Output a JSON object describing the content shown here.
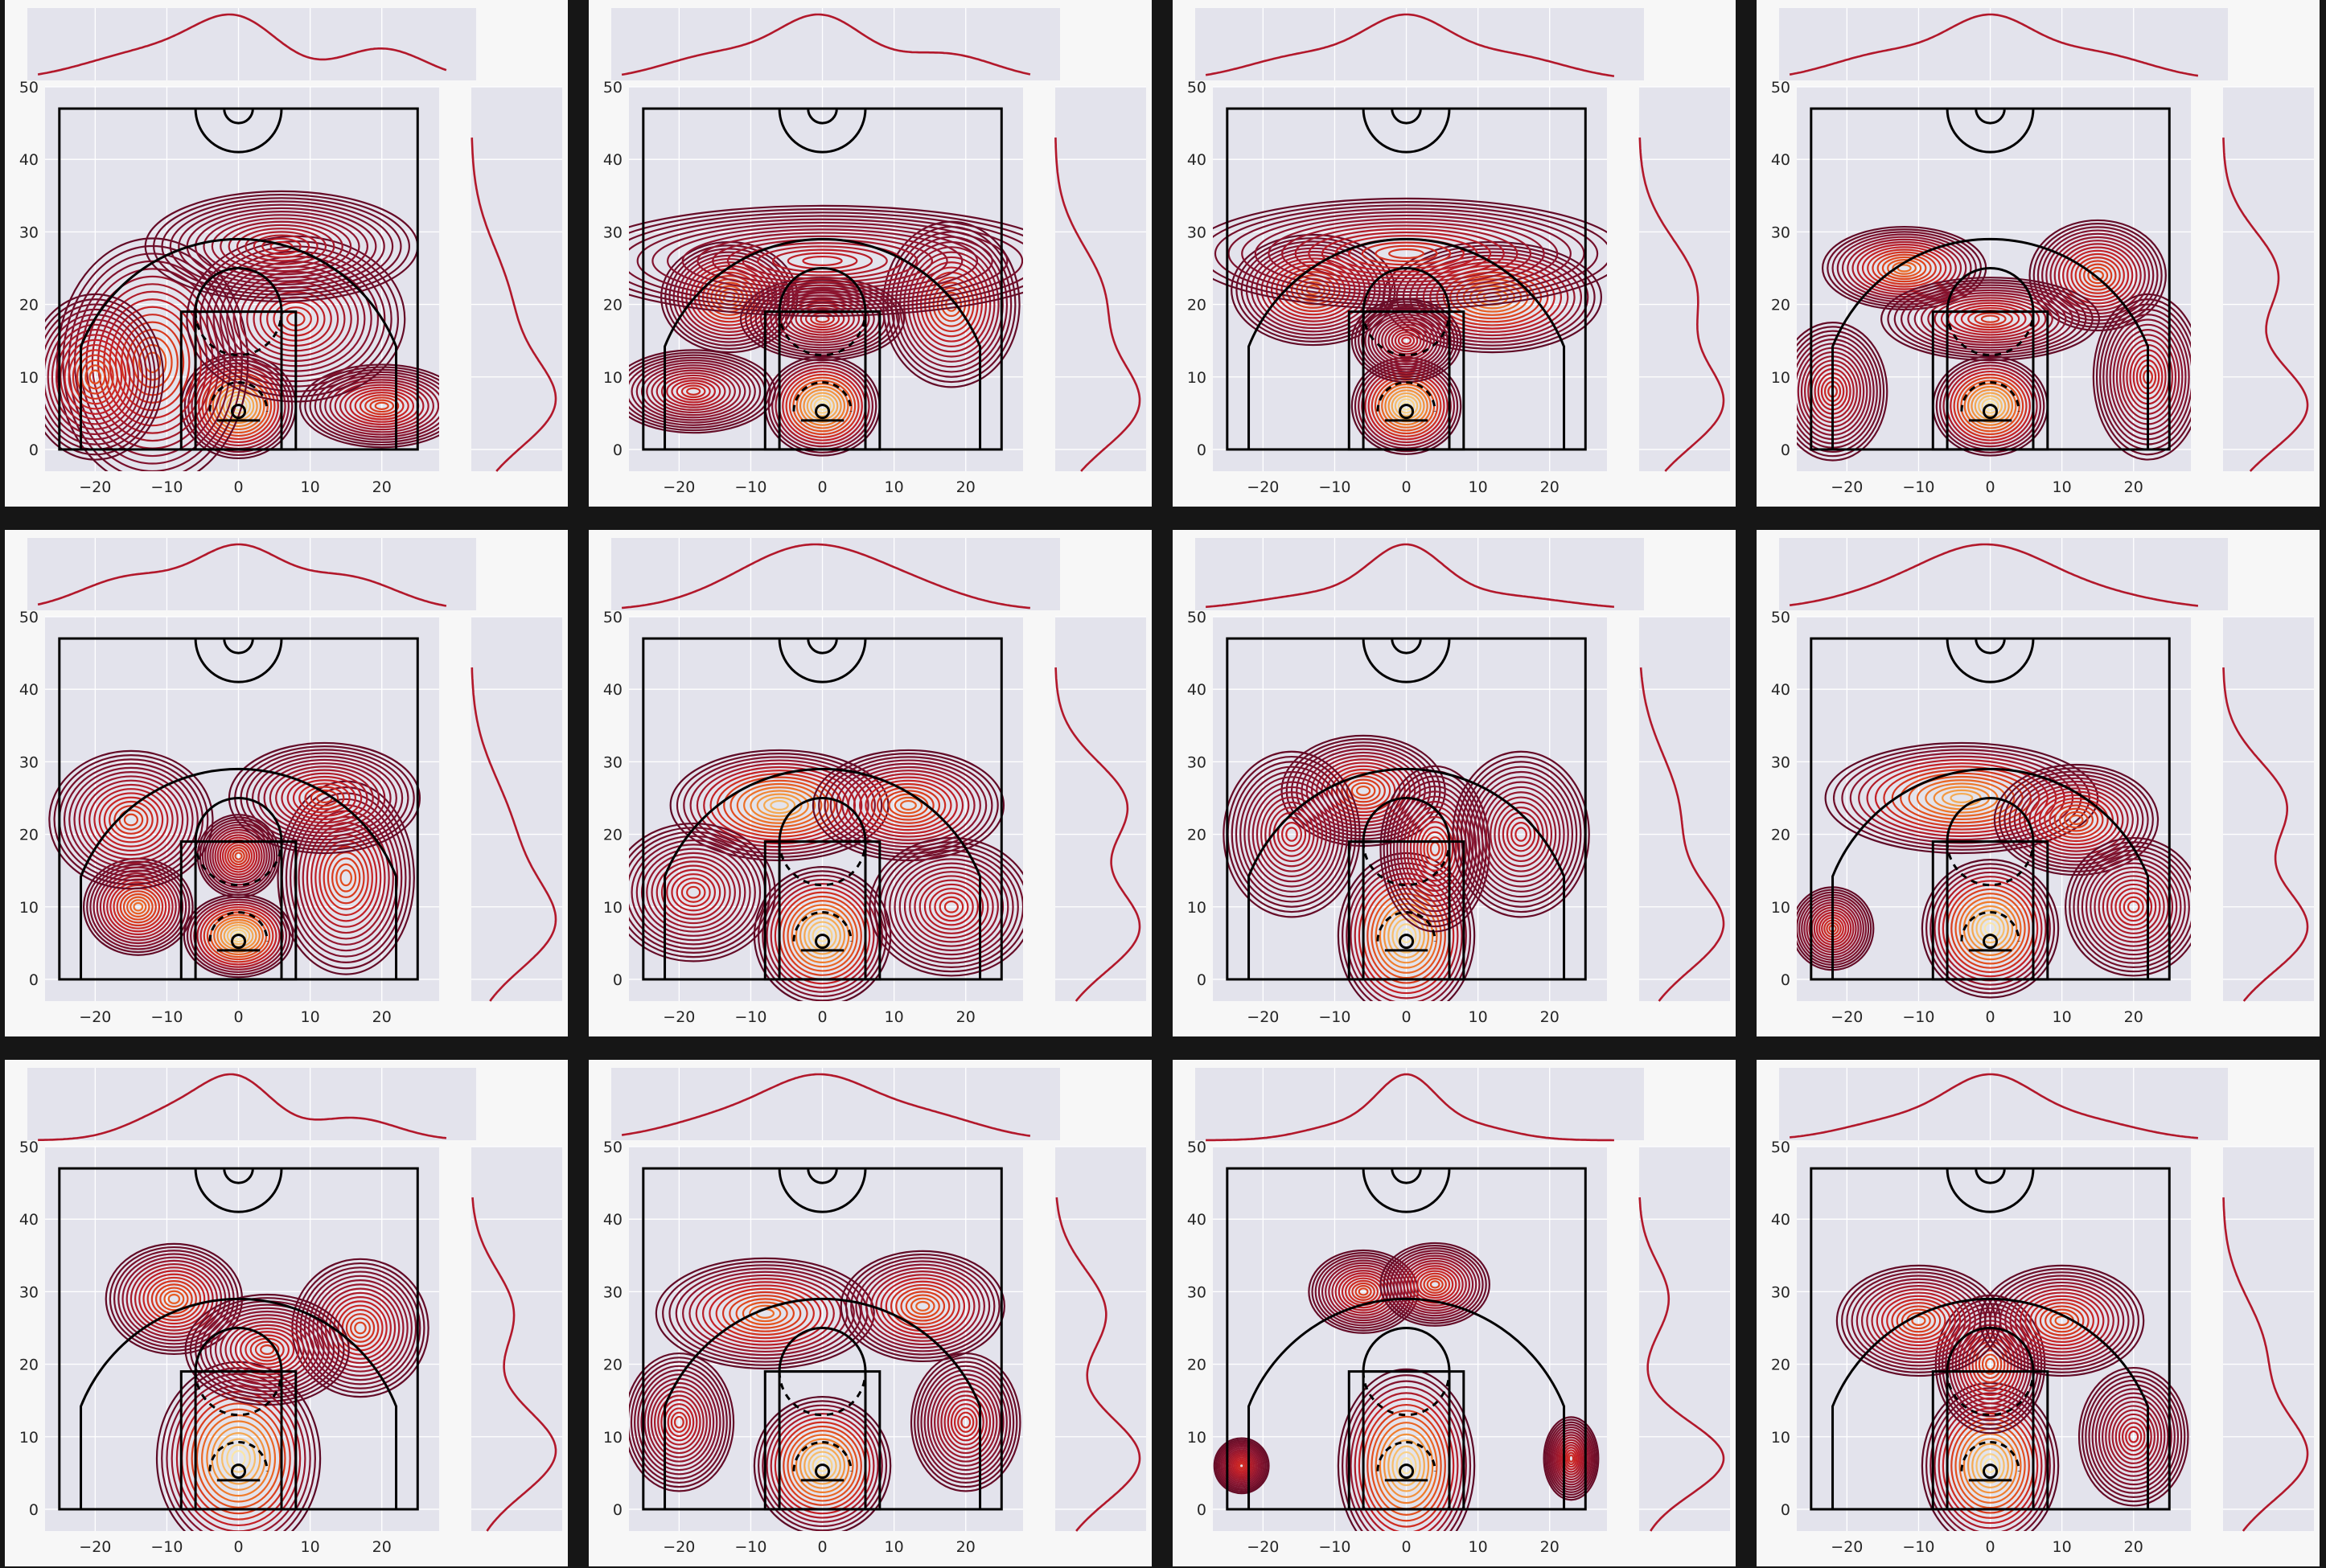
{
  "figure": {
    "background": "#161616",
    "panel_background": "#f7f7f7",
    "axes_background": "#e3e3ec",
    "contour_colors": [
      "#5c0a25",
      "#8b1530",
      "#c41f26",
      "#e0451c",
      "#f07c2b",
      "#f6b35a",
      "#fbe6a8"
    ],
    "marginal_line_color": "#b2182b",
    "court_line_color": "#000000"
  },
  "chart_data": {
    "type": "joint kde contour grid",
    "rows": 3,
    "cols": 4,
    "x_ticks": [
      "−20",
      "−10",
      "0",
      "10",
      "20"
    ],
    "x_tick_values": [
      -20,
      -10,
      0,
      10,
      20
    ],
    "y_ticks": [
      "0",
      "10",
      "20",
      "30",
      "40",
      "50"
    ],
    "y_tick_values": [
      0,
      10,
      20,
      30,
      40,
      50
    ],
    "xlim": [
      -27,
      28
    ],
    "ylim": [
      -3,
      50
    ],
    "panels": [
      {
        "row": 0,
        "col": 0,
        "hotspots": [
          {
            "x": 0,
            "y": 6,
            "w": 4.2,
            "h": 3.8,
            "i": 1.0
          },
          {
            "x": -12,
            "y": 12,
            "w": 7,
            "h": 9,
            "i": 0.55
          },
          {
            "x": 20,
            "y": 6,
            "w": 6,
            "h": 3,
            "i": 0.45
          },
          {
            "x": -20,
            "y": 10,
            "w": 5,
            "h": 6,
            "i": 0.5
          },
          {
            "x": 8,
            "y": 18,
            "w": 8,
            "h": 6,
            "i": 0.35
          },
          {
            "x": 6,
            "y": 28,
            "w": 10,
            "h": 4,
            "i": 0.3
          }
        ],
        "mx": [
          [
            0,
            6,
            1.0
          ],
          [
            -12,
            9,
            0.55
          ],
          [
            20,
            6,
            0.6
          ]
        ],
        "my": [
          [
            6,
            6,
            1.0
          ],
          [
            20,
            8,
            0.5
          ]
        ]
      },
      {
        "row": 0,
        "col": 1,
        "hotspots": [
          {
            "x": 0,
            "y": 6,
            "w": 4.2,
            "h": 3.6,
            "i": 1.0
          },
          {
            "x": -13,
            "y": 21,
            "w": 5,
            "h": 4,
            "i": 0.6
          },
          {
            "x": 18,
            "y": 20,
            "w": 5,
            "h": 6,
            "i": 0.5
          },
          {
            "x": 0,
            "y": 18,
            "w": 6,
            "h": 3,
            "i": 0.35
          },
          {
            "x": -18,
            "y": 8,
            "w": 6,
            "h": 3,
            "i": 0.35
          },
          {
            "x": 0,
            "y": 26,
            "w": 18,
            "h": 4,
            "i": 0.3
          }
        ],
        "mx": [
          [
            0,
            6,
            1.0
          ],
          [
            -14,
            8,
            0.45
          ],
          [
            17,
            7,
            0.45
          ]
        ],
        "my": [
          [
            6,
            6,
            1.0
          ],
          [
            21,
            7,
            0.6
          ]
        ]
      },
      {
        "row": 0,
        "col": 2,
        "hotspots": [
          {
            "x": 0,
            "y": 6,
            "w": 4,
            "h": 3.5,
            "i": 1.0
          },
          {
            "x": 12,
            "y": 21,
            "w": 8,
            "h": 4,
            "i": 0.7
          },
          {
            "x": -13,
            "y": 22,
            "w": 6,
            "h": 4,
            "i": 0.55
          },
          {
            "x": 0,
            "y": 27,
            "w": 16,
            "h": 4,
            "i": 0.4
          },
          {
            "x": 0,
            "y": 15,
            "w": 4,
            "h": 3,
            "i": 0.3
          }
        ],
        "mx": [
          [
            0,
            6,
            1.0
          ],
          [
            -14,
            8,
            0.45
          ],
          [
            14,
            8,
            0.45
          ]
        ],
        "my": [
          [
            6,
            6,
            1.0
          ],
          [
            22,
            7,
            0.7
          ]
        ]
      },
      {
        "row": 0,
        "col": 3,
        "hotspots": [
          {
            "x": 0,
            "y": 6,
            "w": 4.2,
            "h": 3.6,
            "i": 1.0
          },
          {
            "x": -12,
            "y": 25,
            "w": 6,
            "h": 3,
            "i": 0.6
          },
          {
            "x": 15,
            "y": 24,
            "w": 5,
            "h": 4,
            "i": 0.5
          },
          {
            "x": 0,
            "y": 18,
            "w": 8,
            "h": 3,
            "i": 0.4
          },
          {
            "x": -22,
            "y": 8,
            "w": 4,
            "h": 5,
            "i": 0.35
          },
          {
            "x": 22,
            "y": 10,
            "w": 4,
            "h": 6,
            "i": 0.35
          }
        ],
        "mx": [
          [
            0,
            6,
            1.0
          ],
          [
            -14,
            8,
            0.5
          ],
          [
            14,
            8,
            0.5
          ]
        ],
        "my": [
          [
            6,
            6,
            1.0
          ],
          [
            24,
            6,
            0.65
          ]
        ]
      },
      {
        "row": 1,
        "col": 0,
        "hotspots": [
          {
            "x": 0,
            "y": 6,
            "w": 4,
            "h": 3,
            "i": 1.0
          },
          {
            "x": -14,
            "y": 10,
            "w": 4,
            "h": 3.5,
            "i": 0.6
          },
          {
            "x": 0,
            "y": 17,
            "w": 3,
            "h": 3,
            "i": 0.45
          },
          {
            "x": 15,
            "y": 14,
            "w": 5,
            "h": 7,
            "i": 0.5
          },
          {
            "x": -15,
            "y": 22,
            "w": 6,
            "h": 5,
            "i": 0.45
          },
          {
            "x": 12,
            "y": 25,
            "w": 7,
            "h": 4,
            "i": 0.4
          }
        ],
        "mx": [
          [
            0,
            6,
            1.0
          ],
          [
            -15,
            7,
            0.55
          ],
          [
            15,
            7,
            0.55
          ]
        ],
        "my": [
          [
            7,
            6,
            1.0
          ],
          [
            20,
            8,
            0.55
          ]
        ]
      },
      {
        "row": 1,
        "col": 1,
        "hotspots": [
          {
            "x": 0,
            "y": 6,
            "w": 5,
            "h": 5,
            "i": 1.0
          },
          {
            "x": -6,
            "y": 24,
            "w": 8,
            "h": 4,
            "i": 0.85
          },
          {
            "x": 12,
            "y": 24,
            "w": 7,
            "h": 4,
            "i": 0.55
          },
          {
            "x": -18,
            "y": 12,
            "w": 6,
            "h": 5,
            "i": 0.35
          },
          {
            "x": 18,
            "y": 10,
            "w": 6,
            "h": 5,
            "i": 0.35
          }
        ],
        "mx": [
          [
            0,
            8,
            1.0
          ],
          [
            -8,
            9,
            0.7
          ],
          [
            12,
            8,
            0.55
          ]
        ],
        "my": [
          [
            7,
            6,
            1.0
          ],
          [
            24,
            6,
            0.85
          ]
        ]
      },
      {
        "row": 1,
        "col": 2,
        "hotspots": [
          {
            "x": 0,
            "y": 6,
            "w": 5,
            "h": 6,
            "i": 1.0
          },
          {
            "x": -6,
            "y": 26,
            "w": 6,
            "h": 4,
            "i": 0.5
          },
          {
            "x": 4,
            "y": 18,
            "w": 4,
            "h": 6,
            "i": 0.4
          },
          {
            "x": -16,
            "y": 20,
            "w": 5,
            "h": 6,
            "i": 0.3
          },
          {
            "x": 16,
            "y": 20,
            "w": 5,
            "h": 6,
            "i": 0.3
          }
        ],
        "mx": [
          [
            0,
            5,
            1.0
          ],
          [
            -10,
            10,
            0.35
          ],
          [
            12,
            10,
            0.3
          ]
        ],
        "my": [
          [
            7,
            6,
            1.0
          ],
          [
            23,
            8,
            0.5
          ]
        ]
      },
      {
        "row": 1,
        "col": 3,
        "hotspots": [
          {
            "x": 0,
            "y": 7,
            "w": 5,
            "h": 5,
            "i": 1.0
          },
          {
            "x": -4,
            "y": 25,
            "w": 10,
            "h": 4,
            "i": 0.8
          },
          {
            "x": 12,
            "y": 22,
            "w": 6,
            "h": 4,
            "i": 0.5
          },
          {
            "x": -22,
            "y": 7,
            "w": 3,
            "h": 3,
            "i": 0.4
          },
          {
            "x": 20,
            "y": 10,
            "w": 5,
            "h": 5,
            "i": 0.35
          }
        ],
        "mx": [
          [
            0,
            8,
            1.0
          ],
          [
            -10,
            10,
            0.6
          ],
          [
            12,
            10,
            0.45
          ]
        ],
        "my": [
          [
            7,
            6,
            1.0
          ],
          [
            24,
            6,
            0.75
          ]
        ]
      },
      {
        "row": 2,
        "col": 0,
        "hotspots": [
          {
            "x": 0,
            "y": 7,
            "w": 6,
            "h": 7,
            "i": 1.0
          },
          {
            "x": -9,
            "y": 29,
            "w": 5,
            "h": 4,
            "i": 0.55
          },
          {
            "x": 17,
            "y": 25,
            "w": 5,
            "h": 5,
            "i": 0.45
          },
          {
            "x": 4,
            "y": 22,
            "w": 6,
            "h": 4,
            "i": 0.4
          }
        ],
        "mx": [
          [
            0,
            5,
            1.0
          ],
          [
            -9,
            6,
            0.5
          ],
          [
            16,
            6,
            0.4
          ]
        ],
        "my": [
          [
            8,
            6,
            1.0
          ],
          [
            27,
            6,
            0.5
          ]
        ]
      },
      {
        "row": 2,
        "col": 1,
        "hotspots": [
          {
            "x": 0,
            "y": 6,
            "w": 5,
            "h": 5,
            "i": 1.0
          },
          {
            "x": -8,
            "y": 27,
            "w": 8,
            "h": 4,
            "i": 0.6
          },
          {
            "x": 14,
            "y": 28,
            "w": 6,
            "h": 4,
            "i": 0.55
          },
          {
            "x": -20,
            "y": 12,
            "w": 4,
            "h": 5,
            "i": 0.35
          },
          {
            "x": 20,
            "y": 12,
            "w": 4,
            "h": 5,
            "i": 0.35
          }
        ],
        "mx": [
          [
            0,
            7,
            1.0
          ],
          [
            -12,
            9,
            0.5
          ],
          [
            14,
            8,
            0.5
          ]
        ],
        "my": [
          [
            7,
            6,
            1.0
          ],
          [
            27,
            6,
            0.6
          ]
        ]
      },
      {
        "row": 2,
        "col": 2,
        "hotspots": [
          {
            "x": 0,
            "y": 6,
            "w": 5,
            "h": 7,
            "i": 1.0
          },
          {
            "x": -6,
            "y": 30,
            "w": 4,
            "h": 3,
            "i": 0.45
          },
          {
            "x": 4,
            "y": 31,
            "w": 4,
            "h": 3,
            "i": 0.45
          },
          {
            "x": -23,
            "y": 6,
            "w": 2,
            "h": 2,
            "i": 0.35
          },
          {
            "x": 23,
            "y": 7,
            "w": 2,
            "h": 3,
            "i": 0.35
          }
        ],
        "mx": [
          [
            0,
            4,
            1.0
          ],
          [
            -8,
            6,
            0.3
          ],
          [
            8,
            6,
            0.3
          ]
        ],
        "my": [
          [
            7,
            5,
            1.0
          ],
          [
            29,
            5,
            0.35
          ]
        ]
      },
      {
        "row": 2,
        "col": 3,
        "hotspots": [
          {
            "x": 0,
            "y": 6,
            "w": 5,
            "h": 6,
            "i": 1.0
          },
          {
            "x": 0,
            "y": 20,
            "w": 4,
            "h": 5,
            "i": 0.5
          },
          {
            "x": -10,
            "y": 26,
            "w": 6,
            "h": 4,
            "i": 0.5
          },
          {
            "x": 10,
            "y": 26,
            "w": 6,
            "h": 4,
            "i": 0.5
          },
          {
            "x": 20,
            "y": 10,
            "w": 4,
            "h": 5,
            "i": 0.3
          }
        ],
        "mx": [
          [
            0,
            6,
            1.0
          ],
          [
            -12,
            8,
            0.4
          ],
          [
            12,
            8,
            0.4
          ]
        ],
        "my": [
          [
            7,
            6,
            1.0
          ],
          [
            22,
            7,
            0.5
          ]
        ]
      }
    ]
  }
}
